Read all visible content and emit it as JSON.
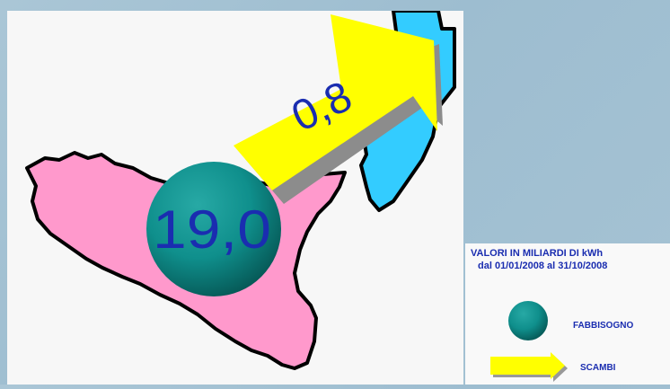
{
  "map": {
    "demand_value": "19,0",
    "exchange_value": "0,8"
  },
  "legend": {
    "title": "VALORI IN MILIARDI DI kWh",
    "period": "dal 01/01/2008 al 31/10/2008",
    "items": [
      {
        "label": "FABBISOGNO",
        "icon": "teal-circle-icon"
      },
      {
        "label": "SCAMBI",
        "icon": "yellow-arrow-icon"
      }
    ]
  },
  "colors": {
    "sicily_fill": "#ff99cc",
    "mainland_fill": "#33ccff",
    "arrow_fill": "#ffff00",
    "circle_fill": "#0f8f8c",
    "value_text": "#1a2db0",
    "background": "#a3c1d3"
  }
}
